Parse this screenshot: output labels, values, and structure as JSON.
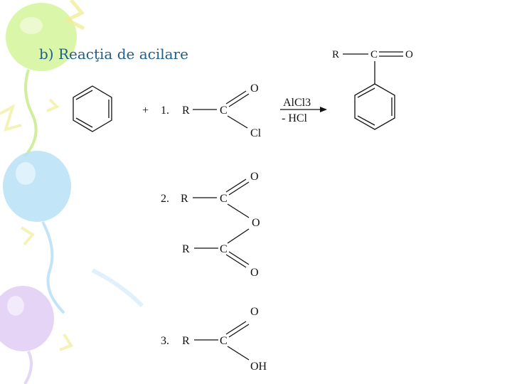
{
  "slide": {
    "title": "b)  Reacţia de acilare"
  },
  "reagents": {
    "plus": "+",
    "item1_number": "1.",
    "item2_number": "2.",
    "item3_number": "3."
  },
  "atoms": {
    "R": "R",
    "C": "C",
    "O": "O",
    "Cl": "Cl",
    "OH": "OH"
  },
  "arrow": {
    "catalyst": "AlCl3",
    "byproduct": "- HCl"
  },
  "colors": {
    "title": "#1f5f8b",
    "balloon_green": "#c9f08a",
    "balloon_blue": "#a9d7f5",
    "balloon_purple": "#d9c4f2",
    "balloon_yellow": "#f5f0a0"
  }
}
